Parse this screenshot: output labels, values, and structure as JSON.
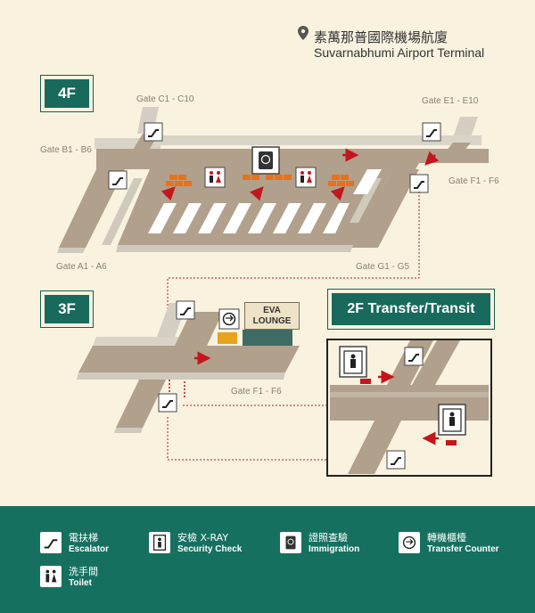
{
  "header": {
    "title_cn": "素萬那普國際機場航廈",
    "title_en": "Suvarnabhumi Airport Terminal",
    "pin_icon": "location-pin-icon"
  },
  "floors": {
    "f4": "4F",
    "f3": "3F",
    "transfer": "2F Transfer/Transit"
  },
  "gates": {
    "c": "Gate C1 - C10",
    "e": "Gate E1 - E10",
    "b": "Gate B1 - B6",
    "f_4f": "Gate F1 - F6",
    "a": "Gate A1 - A6",
    "g": "Gate G1 - G5",
    "f_3f": "Gate F1 - F6"
  },
  "lounge": {
    "line1": "EVA",
    "line2": "LOUNGE"
  },
  "legend": [
    {
      "icon": "escalator-icon",
      "cn": "電扶梯",
      "en": "Escalator"
    },
    {
      "icon": "xray-security-icon",
      "cn": "安檢 X-RAY",
      "en": "Security Check"
    },
    {
      "icon": "immigration-passport-icon",
      "cn": "證照查驗",
      "en": "Immigration"
    },
    {
      "icon": "transfer-counter-icon",
      "cn": "轉機櫃檯",
      "en": "Transfer Counter"
    },
    {
      "icon": "toilet-icon",
      "cn": "洗手間",
      "en": "Toilet"
    }
  ],
  "colors": {
    "floor": "#b1a08c",
    "floor_edge": "#c8c2b6",
    "accent_green": "#176a5c",
    "route_red": "#c4161c",
    "seat_orange": "#e8721c",
    "background": "#f8f2df"
  }
}
